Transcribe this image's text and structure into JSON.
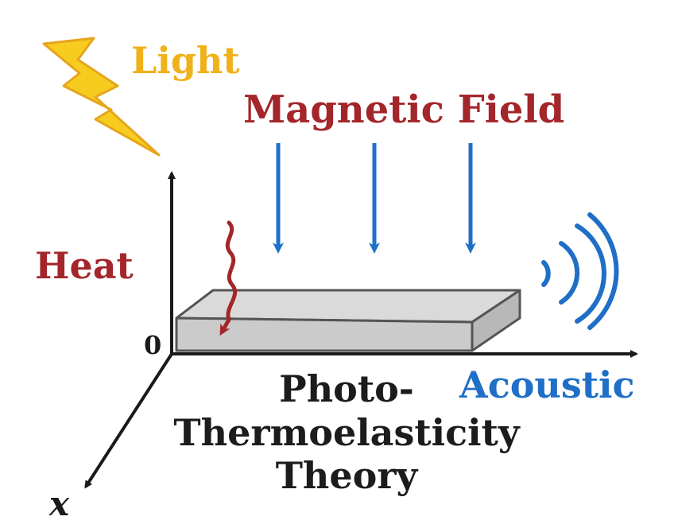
{
  "labels": {
    "light": "Light",
    "magnetic_field": "Magnetic Field",
    "heat": "Heat",
    "acoustic": "Acoustic",
    "origin": "0",
    "x_axis": "x"
  },
  "title_lines": [
    "Photo-",
    "Thermoelasticity",
    "Theory"
  ],
  "colors": {
    "light": "#f0b21a",
    "magnetic_field": "#a3262a",
    "heat": "#a3262a",
    "acoustic": "#1f6fc7",
    "field_arrows": "#1f6fc7",
    "axes": "#1a1a1a",
    "slab_top": "#d6d6d6",
    "slab_front": "#c8c8c8",
    "slab_side": "#b8b8b8",
    "slab_edge": "#555555"
  },
  "icons": {
    "light": "lightning-bolt-icon",
    "heat": "wavy-heat-arrow-icon",
    "acoustic": "sound-waves-icon"
  }
}
